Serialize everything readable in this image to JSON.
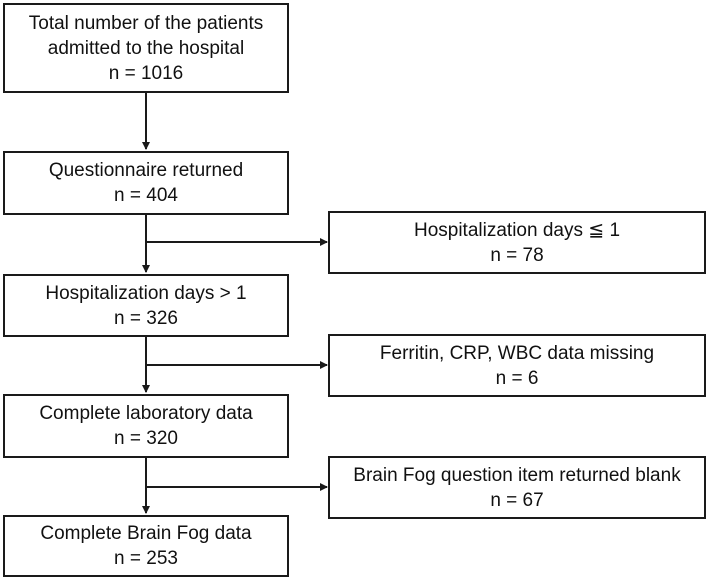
{
  "main_flow": [
    {
      "lines": [
        "Total number of the patients",
        "admitted to the hospital",
        "n = 1016"
      ]
    },
    {
      "lines": [
        "Questionnaire returned",
        "n = 404"
      ]
    },
    {
      "lines": [
        "Hospitalization days > 1",
        "n = 326"
      ]
    },
    {
      "lines": [
        "Complete laboratory data",
        "n = 320"
      ]
    },
    {
      "lines": [
        "Complete Brain Fog data",
        "n = 253"
      ]
    }
  ],
  "exclusions": [
    {
      "lines": [
        "Hospitalization days ≦ 1",
        "n = 78"
      ]
    },
    {
      "lines": [
        "Ferritin, CRP, WBC data missing",
        "n = 6"
      ]
    },
    {
      "lines": [
        "Brain Fog question item returned blank",
        "n = 67"
      ]
    }
  ]
}
